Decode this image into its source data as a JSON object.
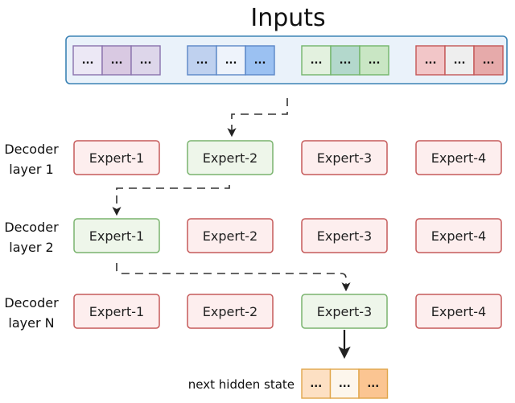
{
  "title": "Inputs",
  "input_groups": [
    {
      "name": "group-1",
      "cells": [
        "...",
        "...",
        "..."
      ],
      "fills": [
        "#ece8f5",
        "#d9c9e2",
        "#ddd6ea"
      ],
      "stroke": "#8a72ad"
    },
    {
      "name": "group-2",
      "cells": [
        "...",
        "...",
        "..."
      ],
      "fills": [
        "#bfd1ef",
        "#eef3fb",
        "#9bc1f2"
      ],
      "stroke": "#5b87c7"
    },
    {
      "name": "group-3",
      "cells": [
        "...",
        "...",
        "..."
      ],
      "fills": [
        "#e3f1df",
        "#b3d8cc",
        "#c9e6c4"
      ],
      "stroke": "#72b56a"
    },
    {
      "name": "group-4",
      "cells": [
        "...",
        "...",
        "..."
      ],
      "fills": [
        "#f2c6c8",
        "#eeeeee",
        "#e6aaaa"
      ],
      "stroke": "#c45656"
    }
  ],
  "layers": [
    {
      "label_line1": "Decoder",
      "label_line2": "layer 1",
      "experts": [
        "Expert-1",
        "Expert-2",
        "Expert-3",
        "Expert-4"
      ],
      "active_index": 1
    },
    {
      "label_line1": "Decoder",
      "label_line2": "layer 2",
      "experts": [
        "Expert-1",
        "Expert-2",
        "Expert-3",
        "Expert-4"
      ],
      "active_index": 0
    },
    {
      "label_line1": "Decoder",
      "label_line2": "layer N",
      "experts": [
        "Expert-1",
        "Expert-2",
        "Expert-3",
        "Expert-4"
      ],
      "active_index": 2
    }
  ],
  "output": {
    "label": "next hidden state",
    "cells": [
      "...",
      "...",
      "..."
    ],
    "fills": [
      "#fde0c3",
      "#fdf6ec",
      "#fbc592"
    ],
    "stroke": "#e0a64a"
  },
  "colors": {
    "inputs_container_fill": "#eaf2fa",
    "inputs_container_stroke": "#3c83b5",
    "active_fill": "#eef6ea",
    "active_stroke": "#7ab46e",
    "inactive_fill": "#fdeeee",
    "inactive_stroke": "#c55a5a",
    "arrow": "#222222"
  }
}
